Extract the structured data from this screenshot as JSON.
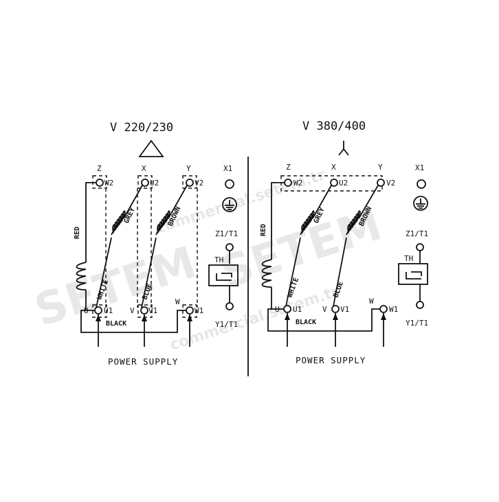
{
  "watermark": {
    "big": "SETEM",
    "small": "commercial.setem.tr"
  },
  "left_diagram": {
    "title": "V 220/230",
    "symbol": "delta-icon",
    "top_terminals": {
      "z": "Z",
      "x": "X",
      "y": "Y",
      "x1": "X1"
    },
    "mid_terminals": {
      "w2": "W2",
      "u2": "U2",
      "v2": "V2"
    },
    "bottom_terminals": {
      "u": "U",
      "u1": "U1",
      "v": "V",
      "v1": "V1",
      "w": "W",
      "w1": "W1"
    },
    "wires": {
      "red": "RED",
      "white": "WHITE",
      "grey": "GREY",
      "blue": "BLUE",
      "brown": "BROWN",
      "black": "BLACK"
    },
    "thermal": {
      "z1t1": "Z1/T1",
      "th": "TH",
      "y1t1": "Y1/T1"
    },
    "power_supply": "POWER SUPPLY"
  },
  "right_diagram": {
    "title": "V 380/400",
    "symbol": "star-icon",
    "top_terminals": {
      "z": "Z",
      "x": "X",
      "y": "Y",
      "x1": "X1"
    },
    "mid_terminals": {
      "w2": "W2",
      "u2": "U2",
      "v2": "V2"
    },
    "bottom_terminals": {
      "u": "U",
      "u1": "U1",
      "v": "V",
      "v1": "V1",
      "w": "W",
      "w1": "W1"
    },
    "wires": {
      "red": "RED",
      "white": "WHITE",
      "grey": "GREY",
      "blue": "BLUE",
      "brown": "BROWN",
      "black": "BLACK"
    },
    "thermal": {
      "z1t1": "Z1/T1",
      "th": "TH",
      "y1t1": "Y1/T1"
    },
    "power_supply": "POWER SUPPLY"
  }
}
